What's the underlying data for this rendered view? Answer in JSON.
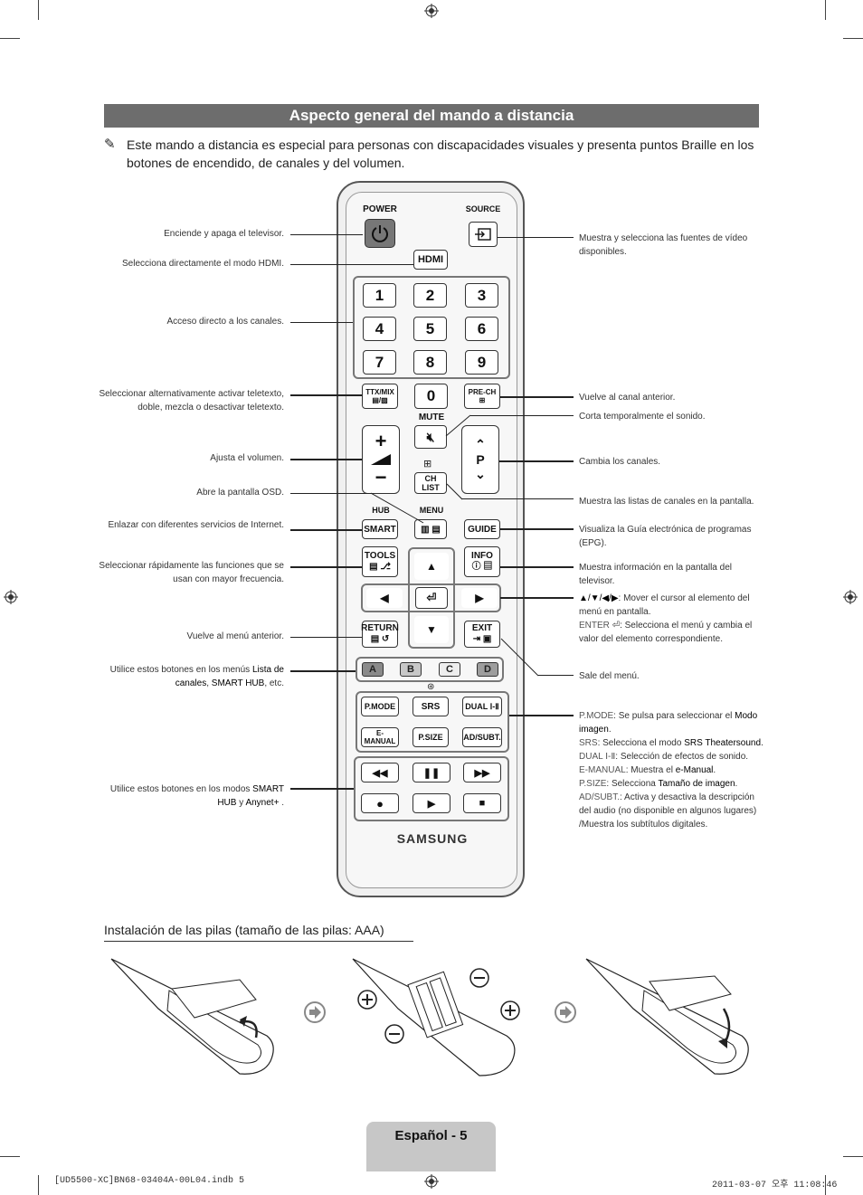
{
  "title": "Aspecto general del mando a distancia",
  "note": "Este mando a distancia es especial para personas con discapacidades visuales y presenta puntos Braille en los botones de encendido, de canales y del volumen.",
  "left_labels": {
    "power": "Enciende y apaga el televisor.",
    "hdmi": "Selecciona directamente el modo HDMI.",
    "numbers": "Acceso directo a los canales.",
    "ttx": "Seleccionar alternativamente activar teletexto, doble, mezcla o desactivar teletexto.",
    "volume": "Ajusta el volumen.",
    "menu": "Abre la pantalla OSD.",
    "smart": "Enlazar con diferentes servicios de Internet.",
    "tools": "Seleccionar rápidamente las funciones que se usan con mayor frecuencia.",
    "return": "Vuelve al menú anterior.",
    "colors_pre": "Utilice estos botones en los menús ",
    "colors_b1": "Lista de canales",
    "colors_mid": ", ",
    "colors_b2": "SMART HUB",
    "colors_post": ", etc.",
    "media_pre": "Utilice estos botones en los modos ",
    "media_b1": "SMART HUB",
    "media_mid": " y ",
    "media_b2": "Anynet+",
    "media_post": " ."
  },
  "right_labels": {
    "source": "Muestra y selecciona las fuentes de vídeo disponibles.",
    "prech": "Vuelve al canal anterior.",
    "mute": "Corta temporalmente el sonido.",
    "channel": "Cambia los canales.",
    "chlist": "Muestra las listas de canales en la pantalla.",
    "guide": "Visualiza la Guía electrónica de programas (EPG).",
    "info": "Muestra información en la pantalla del televisor.",
    "nav_keys": "▲/▼/◀/▶",
    "nav_desc": ": Mover el cursor al elemento del menú en pantalla.",
    "enter_key": "ENTER",
    "enter_desc": ": Selecciona el menú y cambia el valor del elemento correspondiente.",
    "exit": "Sale del menú.",
    "pmode_key": "P.MODE",
    "pmode_desc": ": Se pulsa para seleccionar el ",
    "pmode_b": "Modo imagen",
    "srs_key": "SRS",
    "srs_desc": ": Selecciona el modo ",
    "srs_b": "SRS Theatersound",
    "dual_key": "DUAL Ⅰ-Ⅱ",
    "dual_desc": ": Selección de efectos de sonido.",
    "emanual_key": "E-MANUAL",
    "emanual_desc": ": Muestra el ",
    "emanual_b": "e-Manual",
    "psize_key": "P.SIZE",
    "psize_desc": ": Selecciona ",
    "psize_b": "Tamaño de imagen",
    "adsubt_key": "AD/SUBT.",
    "adsubt_desc": ": Activa y desactiva la descripción del audio (no disponible en algunos lugares) /Muestra los subtítulos digitales."
  },
  "remote": {
    "power": "POWER",
    "source": "SOURCE",
    "hdmi": "HDMI",
    "numbers": [
      "1",
      "2",
      "3",
      "4",
      "5",
      "6",
      "7",
      "8",
      "9"
    ],
    "zero": "0",
    "ttx": "TTX/MIX",
    "prech": "PRE-CH",
    "mute": "MUTE",
    "p": "P",
    "chlist": "CH LIST",
    "hub": "HUB",
    "menu": "MENU",
    "smart": "SMART",
    "guide": "GUIDE",
    "tools": "TOOLS",
    "info": "INFO",
    "return": "RETURN",
    "exit": "EXIT",
    "colors": [
      "A",
      "B",
      "C",
      "D"
    ],
    "pmode": "P.MODE",
    "srs": "SRS",
    "dual": "DUAL Ⅰ-Ⅱ",
    "emanual": "E-MANUAL",
    "psize": "P.SIZE",
    "adsubt": "AD/SUBT.",
    "brand": "SAMSUNG"
  },
  "battery_section": "Instalación de las pilas (tamaño de las pilas: AAA)",
  "page_label": "Español - 5",
  "footer_left": "[UD5500-XC]BN68-03404A-00L04.indb   5",
  "footer_right": "2011-03-07   오후 11:08:46"
}
